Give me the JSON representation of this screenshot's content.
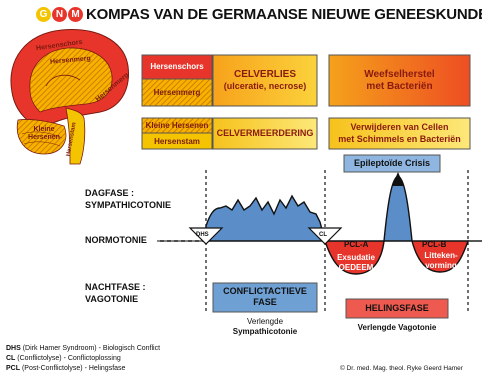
{
  "logo": {
    "letters": [
      "G",
      "N",
      "M"
    ],
    "colors": [
      "#f5c400",
      "#e8352b",
      "#e8352b"
    ]
  },
  "title": "KOMPAS VAN DE GERMAANSE NIEUWE GENEESKUNDE",
  "brain_labels": {
    "hersenschors": "Hersenschors",
    "hersenmerg": "Hersenmerg",
    "hersenmerg2": "Hersenmerg",
    "kleine_hersenen": "Kleine Hersenen",
    "hersenstam": "Hersenstam"
  },
  "legend_boxes": {
    "hersenschors": "Hersenschors",
    "hersenmerg": "Hersenmerg",
    "kleine_hersenen": "Kleine Hersenen",
    "hersenstam": "Hersenstam"
  },
  "effects": {
    "celverlies_1": "CELVERLIES",
    "celverlies_2": "(ulceratie, necrose)",
    "weefsel_1": "Weefselherstel",
    "weefsel_2": "met Bacteriën",
    "celvermeerdering": "CELVERMEERDERING",
    "verwijderen_1": "Verwijderen van Cellen",
    "verwijderen_2": "met Schimmels en Bacteriën"
  },
  "phases": {
    "dagfase_1": "DAGFASE :",
    "dagfase_2": "SYMPATHICOTONIE",
    "normotonie": "NORMOTONIE",
    "nachtfase_1": "NACHTFASE :",
    "nachtfase_2": "VAGOTONIE"
  },
  "markers": {
    "dhs": "DHS",
    "cl": "CL",
    "pcl_a": "PCL-A",
    "pcl_b": "PCL-B"
  },
  "epileptoide_crisis": "Epileptoïde Crisis",
  "exsudatie_1": "Exsudatie",
  "exsudatie_2": "OEDEEM",
  "litteken_1": "Litteken-",
  "litteken_2": "vorming",
  "conflictactieve_1": "CONFLICTACTIEVE",
  "conflictactieve_2": "FASE",
  "verlengde_sympathicotonie_1": "Verlengde",
  "verlengde_sympathicotonie_2": "Sympathicotonie",
  "helingsfase": "HELINGSFASE",
  "verlengde_vagotonie": "Verlengde Vagotonie",
  "footnotes": {
    "dhs_abbr": "DHS",
    "dhs_text": " (Dirk Hamer Syndroom) - Biologisch Conflict",
    "cl_abbr": "CL",
    "cl_text": " (Conflictolyse) - Conflictoplossing",
    "pcl_abbr": "PCL",
    "pcl_text": " (Post-Conflictolyse) - Helingsfase"
  },
  "copyright": "© Dr. med. Mag. theol. Ryke Geerd Hamer"
}
